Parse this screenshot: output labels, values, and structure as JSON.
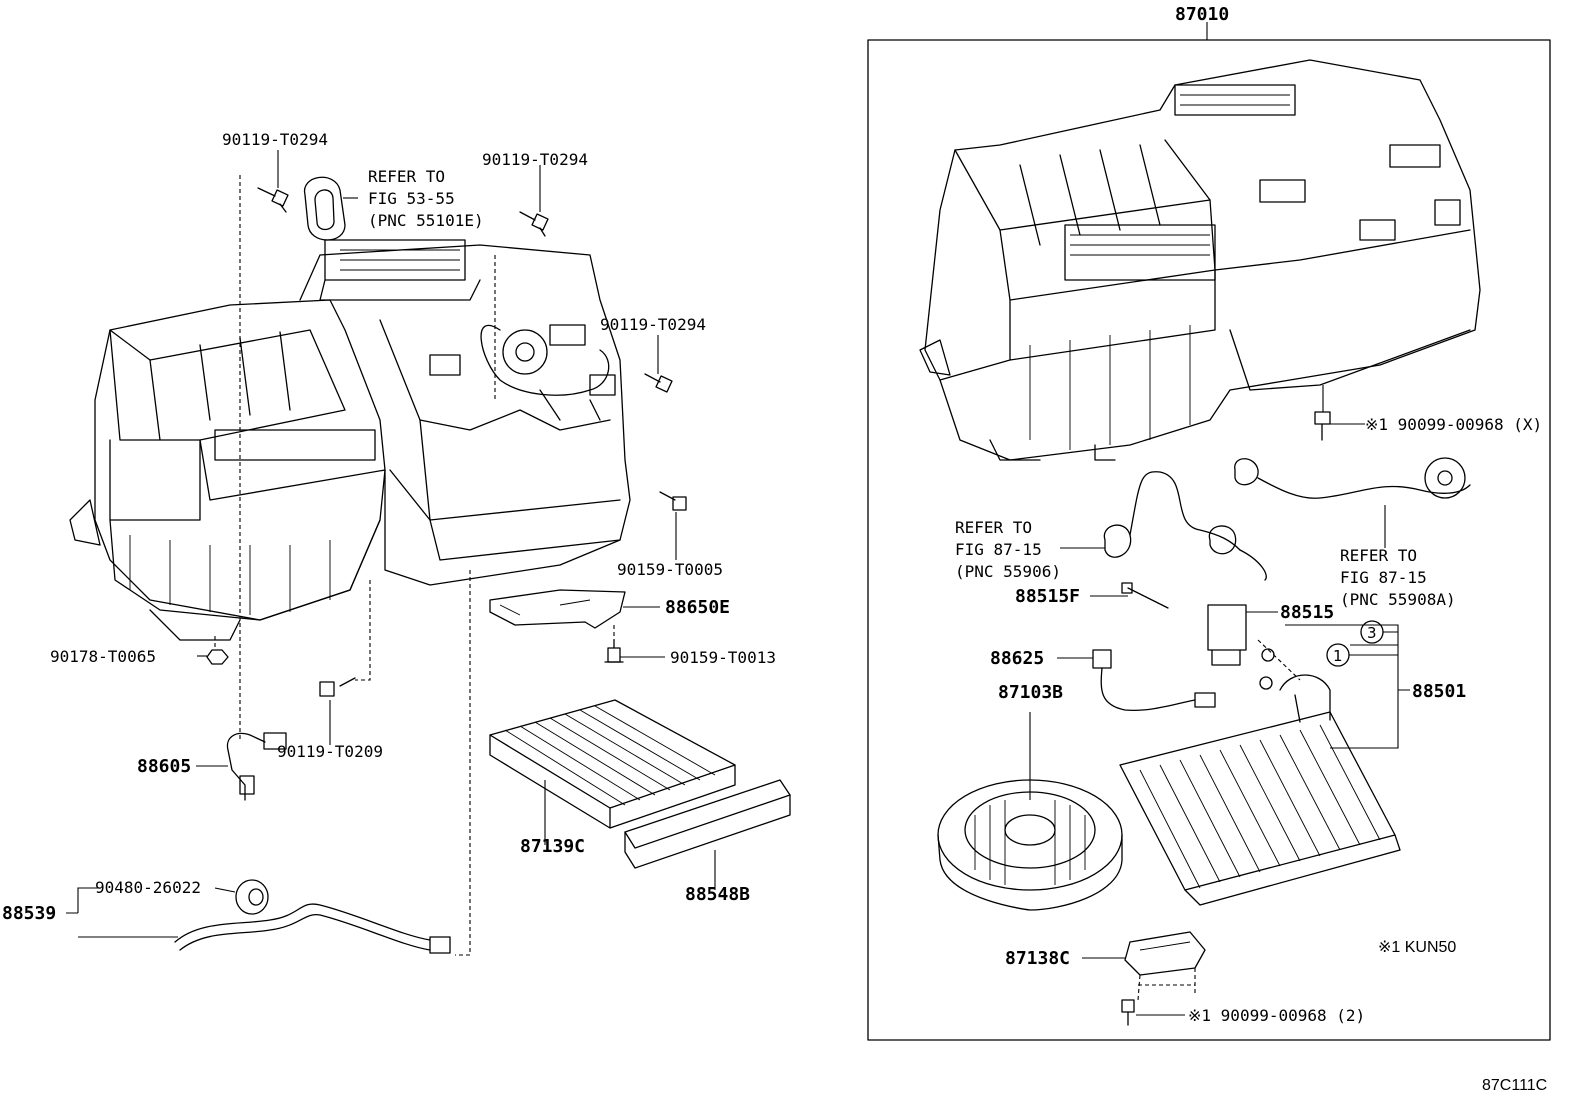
{
  "labels": {
    "assy": "87010",
    "p88539": "88539",
    "p90480": "90480-26022",
    "p88605": "88605",
    "p90178": "90178-T0065",
    "p90119_tl": "90119-T0294",
    "p90119_tc": "90119-T0294",
    "p90119_r": "90119-T0294",
    "p90119_b": "90119-T0209",
    "p90159_5": "90159-T0005",
    "p90159_13": "90159-T0013",
    "p88650e": "88650E",
    "p87139c": "87139C",
    "p88548b": "88548B",
    "p88515f": "88515F",
    "p88515": "88515",
    "p88625": "88625",
    "p87103b": "87103B",
    "p88501": "88501",
    "p87138c": "87138C",
    "screw_x": "※1 90099-00968 (X)",
    "screw_2": "※1 90099-00968 (2)",
    "footnote": "※1 KUN50",
    "circle1": "①",
    "circle3": "③",
    "fig_id": "87C111C"
  },
  "refs": {
    "fig5355": [
      "REFER TO",
      "FIG 53-55",
      "(PNC 55101E)"
    ],
    "fig8715a": [
      "REFER TO",
      "FIG 87-15",
      "(PNC 55906)"
    ],
    "fig8715b": [
      "REFER TO",
      "FIG 87-15",
      "(PNC 55908A)"
    ]
  }
}
